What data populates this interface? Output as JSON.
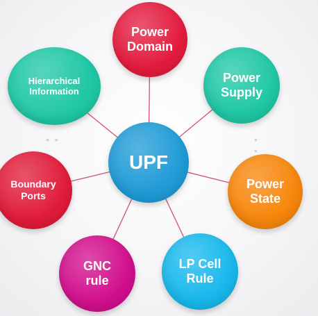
{
  "diagram": {
    "center": {
      "label": "UPF",
      "color": "#1f9bd6"
    },
    "nodes": [
      {
        "id": "power-domain",
        "label": "Power\nDomain",
        "color": "#e31b3e"
      },
      {
        "id": "power-supply",
        "label": "Power\nSupply",
        "color": "#1fc7a5"
      },
      {
        "id": "power-state",
        "label": "Power\nState",
        "color": "#f7860b"
      },
      {
        "id": "lp-cell",
        "label": "LP Cell\nRule",
        "color": "#18b8ec"
      },
      {
        "id": "gnc",
        "label": "GNC\nrule",
        "color": "#d10f8c"
      },
      {
        "id": "boundary",
        "label": "Boundary\nPorts",
        "color": "#e01b3a"
      },
      {
        "id": "hierarchical",
        "label": "Hierarchical\nInformation",
        "color": "#1fc7a5"
      }
    ],
    "connector_color": "#d45a72"
  }
}
